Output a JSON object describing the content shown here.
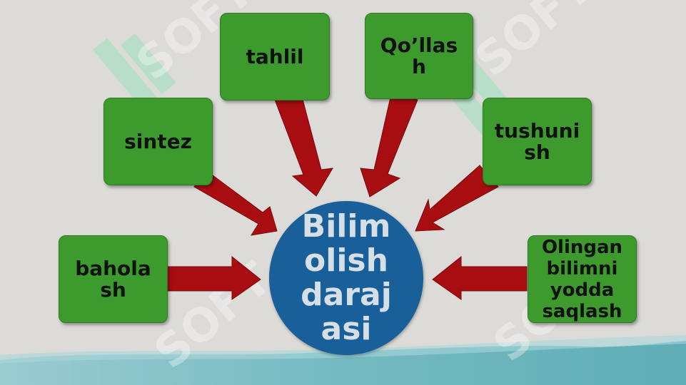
{
  "colors": {
    "background": "#dcdbd7",
    "box_fill": "#3d9a2d",
    "box_border": "#2f7a22",
    "arrow_fill": "#a80d12",
    "arrow_edge": "#7a0a0d",
    "center_fill": "#19609a",
    "center_text": "#d7dfe6",
    "watermark": "#8fe3b6"
  },
  "center": {
    "label": "Bilim\nolish\ndaraj\nasi"
  },
  "nodes": {
    "tahlil": "tahlil",
    "qollash": "Qo’llas\nh",
    "sintez": "sintez",
    "tushunish": "tushuni\nsh",
    "baholash": "bahola\nsh",
    "olingan": "Olingan\nbilimni\nyodda\nsaqlash"
  },
  "watermark": {
    "text": "SOFT",
    "icon": "soft-logo-icon"
  }
}
